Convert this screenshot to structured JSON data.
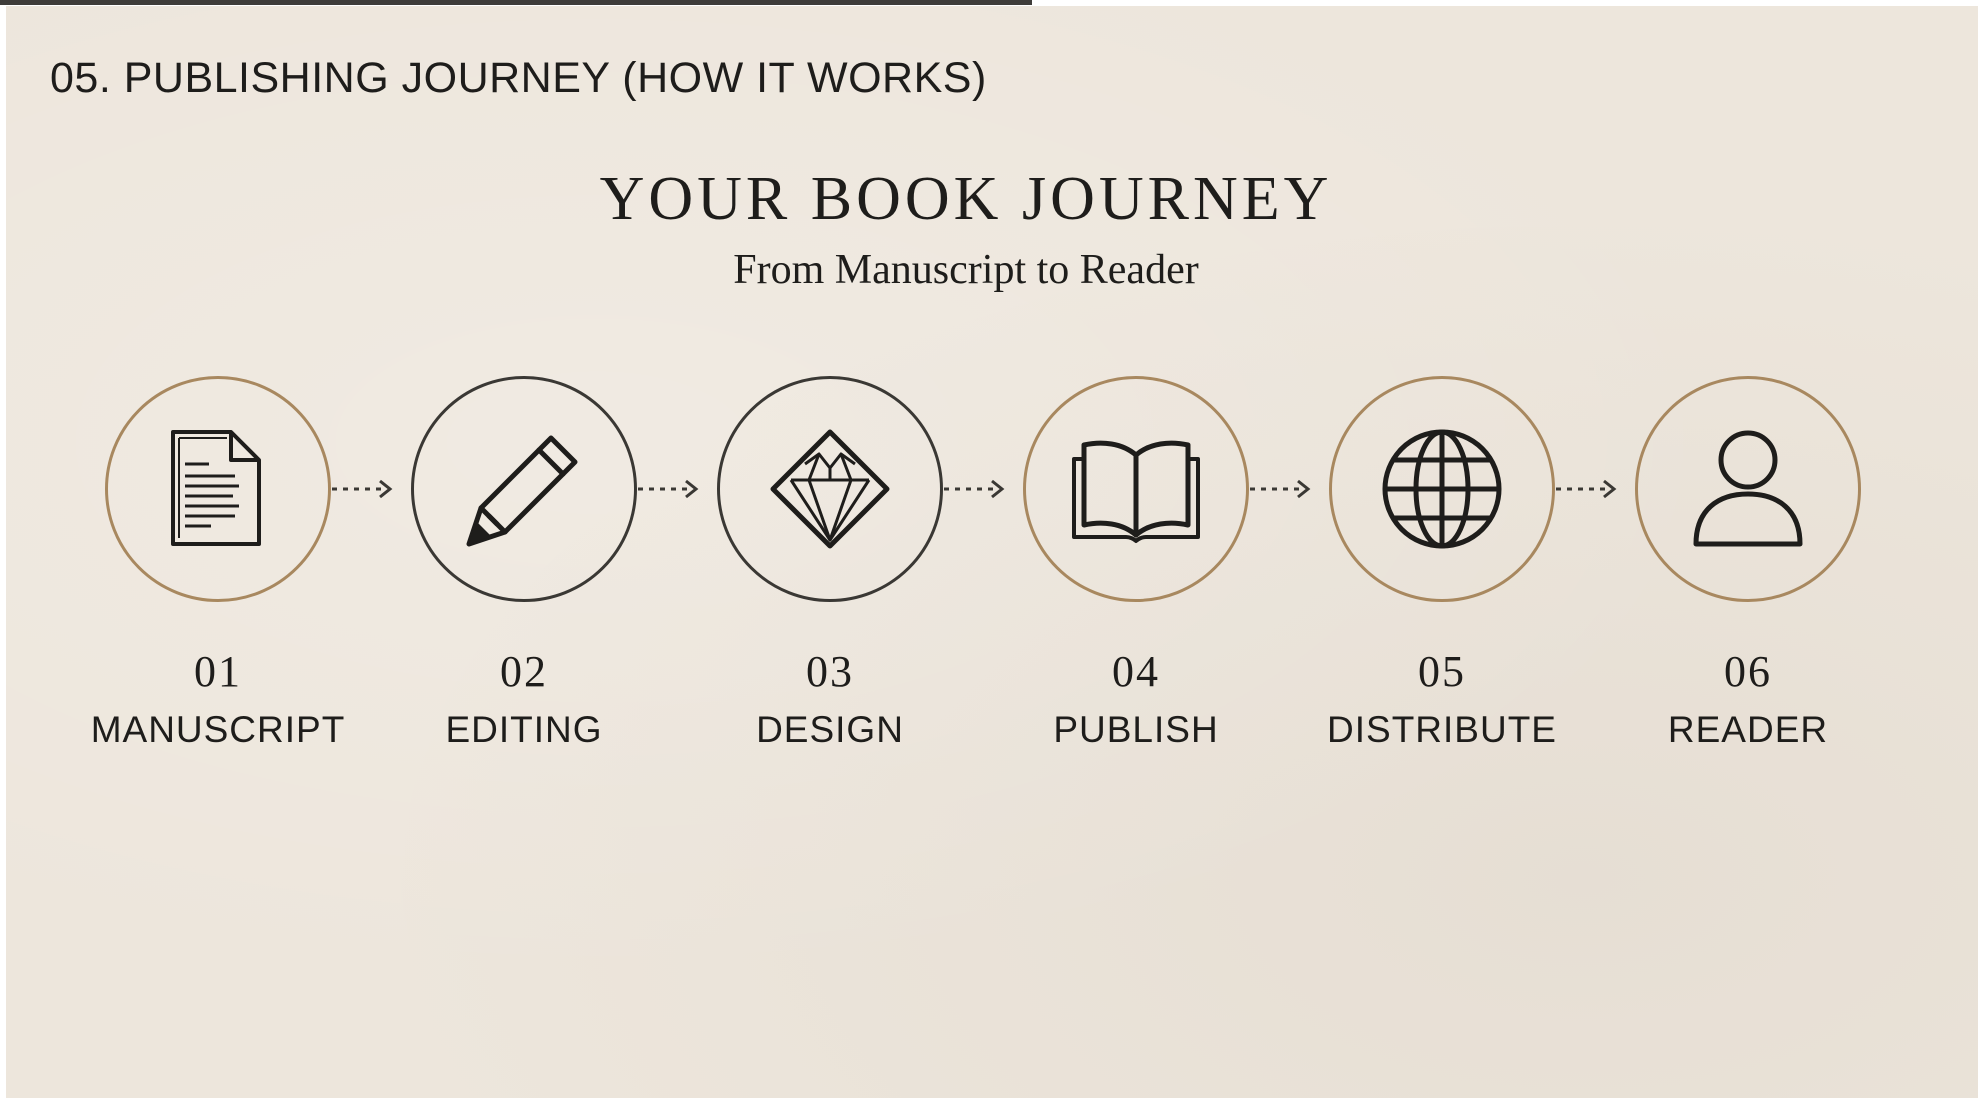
{
  "section_label": "05. PUBLISHING JOURNEY (HOW IT WORKS)",
  "title": "YOUR BOOK JOURNEY",
  "subtitle": "From Manuscript to Reader",
  "colors": {
    "background": "#ede6dc",
    "text": "#1e1d1b",
    "ring_gold": "#a8885f",
    "ring_dark": "#3a3834"
  },
  "steps": [
    {
      "number": "01",
      "label": "MANUSCRIPT",
      "icon": "document-icon"
    },
    {
      "number": "02",
      "label": "EDITING",
      "icon": "pencil-icon"
    },
    {
      "number": "03",
      "label": "DESIGN",
      "icon": "diamond-gem-icon"
    },
    {
      "number": "04",
      "label": "PUBLISH",
      "icon": "open-book-icon"
    },
    {
      "number": "05",
      "label": "DISTRIBUTE",
      "icon": "globe-icon"
    },
    {
      "number": "06",
      "label": "READER",
      "icon": "person-icon"
    }
  ]
}
